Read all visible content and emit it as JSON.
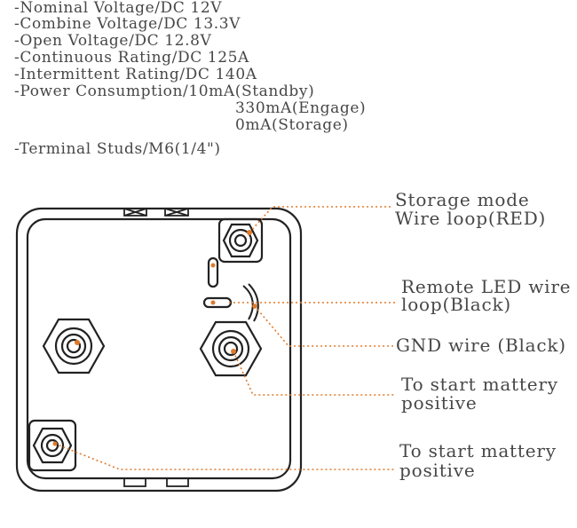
{
  "specs": {
    "lines": [
      "-Nominal Voltage/DC 12V",
      "-Combine Voltage/DC 13.3V",
      "-Open Voltage/DC 12.8V",
      "-Continuous Rating/DC 125A",
      "-Intermittent Rating/DC 140A",
      "-Power Consumption/10mA(Standby)",
      "330mA(Engage)",
      "0mA(Storage)",
      "-Terminal Studs/M6(1/4\")"
    ]
  },
  "callouts": {
    "storage_mode": [
      "Storage mode",
      "Wire loop(RED)"
    ],
    "remote_led": [
      "Remote LED wire",
      "loop(Black)"
    ],
    "gnd_wire": [
      "GND wire (Black)"
    ],
    "start_battery_1": [
      "To start mattery",
      "positive"
    ],
    "start_battery_2": [
      "To start mattery",
      "positive"
    ]
  },
  "colors": {
    "outline": "#222222",
    "leader": "#e07a2a",
    "text": "#474747"
  }
}
